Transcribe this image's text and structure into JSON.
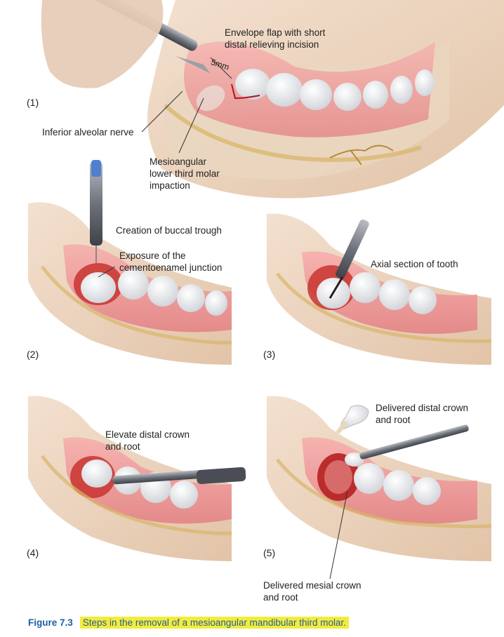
{
  "panels": [
    {
      "number": "(1)",
      "labels": {
        "flap": "Envelope flap with short\ndistal relieving incision",
        "measure": "5mm",
        "nerve": "Inferior alveolar nerve",
        "impaction": "Mesioangular\nlower third molar\nimpaction"
      }
    },
    {
      "number": "(2)",
      "labels": {
        "trough": "Creation of buccal trough",
        "cej": "Exposure of the\ncementoenamel junction"
      }
    },
    {
      "number": "(3)",
      "labels": {
        "section": "Axial section of tooth"
      }
    },
    {
      "number": "(4)",
      "labels": {
        "elevate": "Elevate distal crown\nand root"
      }
    },
    {
      "number": "(5)",
      "labels": {
        "distal": "Delivered distal crown\nand root",
        "mesial": "Delivered mesial crown\nand root"
      }
    }
  ],
  "caption": {
    "figure_number": "Figure 7.3",
    "text": "Steps in the removal of a mesioangular mandibular third molar."
  },
  "colors": {
    "skin": "#f1d9c3",
    "gum": "#eea0a0",
    "tooth": "#f4f4f6",
    "bone": "#e8dcc8",
    "nerve": "#d8b56a",
    "metal": "#7c8088",
    "caption_blue": "#1d5fa6",
    "highlight": "#f4ec3a"
  }
}
